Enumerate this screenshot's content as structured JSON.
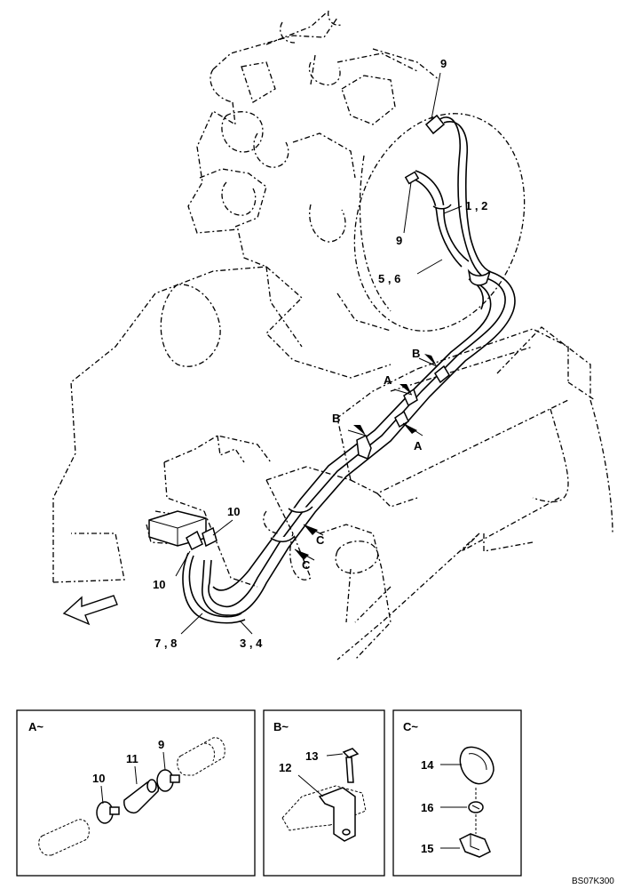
{
  "callouts": {
    "c9_top": "9",
    "c1_2": "1 , 2",
    "c9_mid": "9",
    "c5_6": "5 , 6",
    "cB_upper": "B",
    "cA_upper": "A",
    "cB_lower": "B",
    "cA_lower": "A",
    "c10_upper": "10",
    "c10_lower": "10",
    "cC_upper": "C",
    "cC_lower": "C",
    "c7_8": "7 , 8",
    "c3_4": "3 , 4"
  },
  "detail_a": {
    "title": "A~",
    "p10": "10",
    "p11": "11",
    "p9": "9"
  },
  "detail_b": {
    "title": "B~",
    "p13": "13",
    "p12": "12"
  },
  "detail_c": {
    "title": "C~",
    "p14": "14",
    "p16": "16",
    "p15": "15"
  },
  "figure_code": "BS07K300"
}
